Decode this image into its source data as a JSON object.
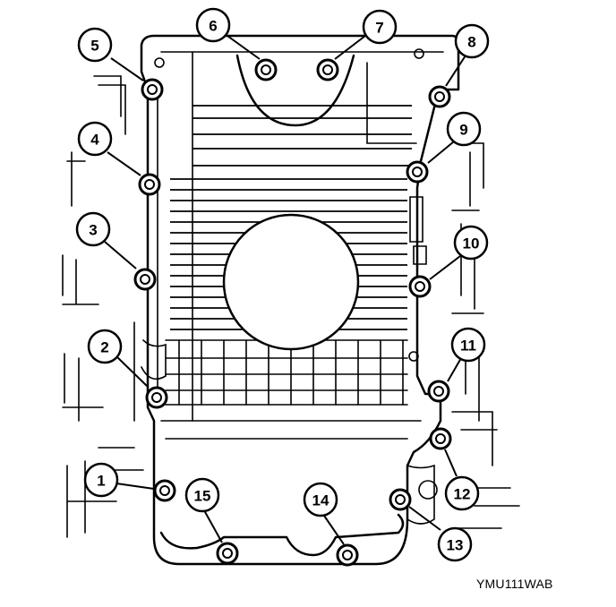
{
  "callouts": [
    {
      "label": "1"
    },
    {
      "label": "2"
    },
    {
      "label": "3"
    },
    {
      "label": "4"
    },
    {
      "label": "5"
    },
    {
      "label": "6"
    },
    {
      "label": "7"
    },
    {
      "label": "8"
    },
    {
      "label": "9"
    },
    {
      "label": "10"
    },
    {
      "label": "11"
    },
    {
      "label": "12"
    },
    {
      "label": "13"
    },
    {
      "label": "14"
    },
    {
      "label": "15"
    }
  ],
  "reference_code": "YMU111WAB"
}
